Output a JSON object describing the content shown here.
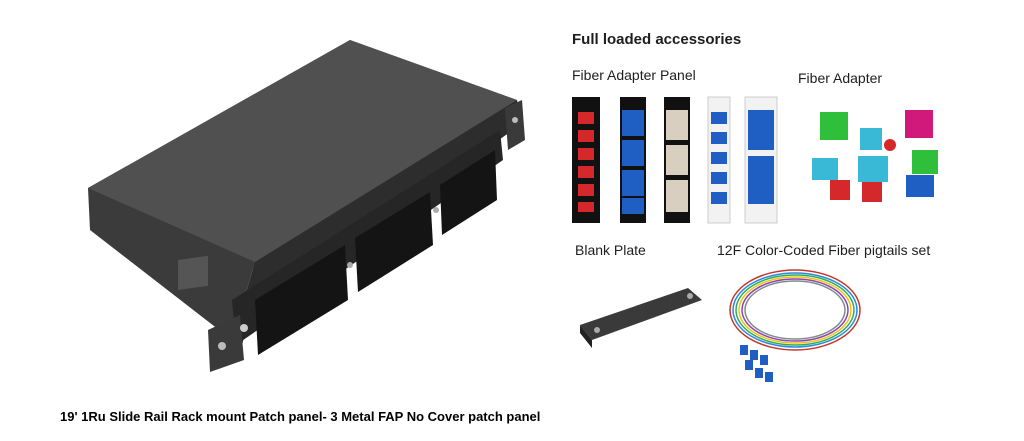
{
  "heading": "Full loaded accessories",
  "labels": {
    "fiber_adapter_panel": "Fiber Adapter Panel",
    "fiber_adapter": "Fiber Adapter",
    "blank_plate": "Blank Plate",
    "pigtails": "12F Color-Coded Fiber pigtails set"
  },
  "caption": "19' 1Ru Slide Rail Rack mount Patch panel- 3 Metal FAP No Cover patch panel",
  "colors": {
    "panel_body": "#3a3a3a",
    "adapter_blue": "#1f5fc4",
    "adapter_red": "#d4282a",
    "adapter_beige": "#d8cfc0",
    "adapter_green": "#2fbf3a",
    "adapter_magenta": "#d0197a",
    "adapter_aqua": "#39b9d6"
  }
}
